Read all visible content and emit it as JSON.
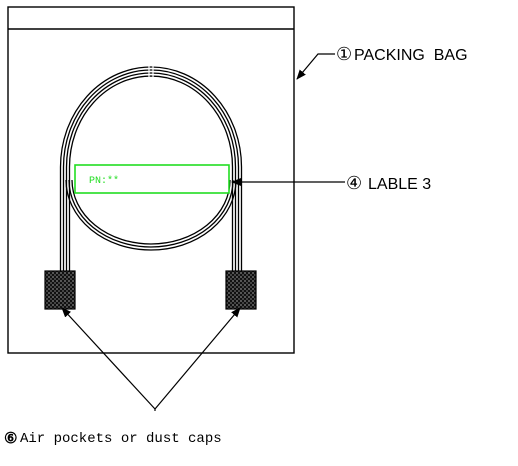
{
  "callouts": {
    "packing_bag": {
      "number": "①",
      "text": "PACKING  BAG"
    },
    "label": {
      "number": "④",
      "text": "LABLE 3",
      "tag_text": "PN:**"
    },
    "caps": {
      "number": "⑥",
      "text": "Air pockets or dust caps"
    }
  },
  "colors": {
    "line": "#000000",
    "label_box": "#22dd22",
    "background": "#ffffff"
  }
}
